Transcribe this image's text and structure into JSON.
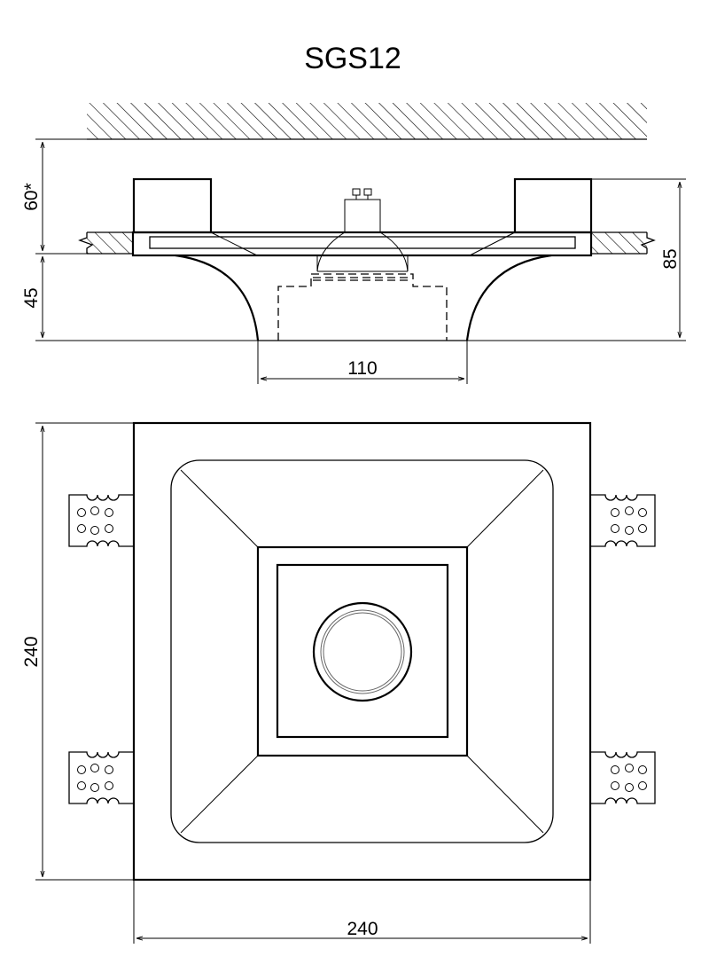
{
  "title": "SGS12",
  "dimensions": {
    "depth_above": "60*",
    "depth_below": "45",
    "total_height": "85",
    "opening_width": "110",
    "plate_height": "240",
    "plate_width": "240"
  }
}
